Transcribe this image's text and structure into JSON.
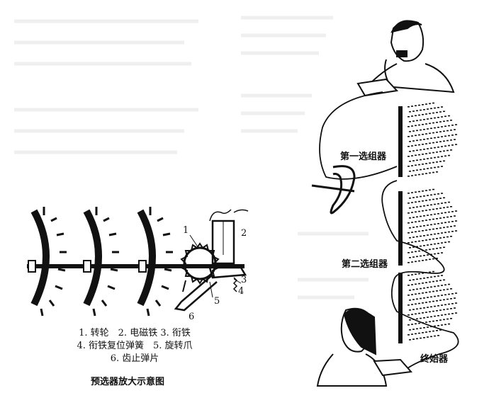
{
  "left_diagram": {
    "part_numbers": [
      "1",
      "2",
      "3",
      "4",
      "5",
      "6"
    ],
    "legend_lines": [
      "1. 转轮　2. 电磁铁 3. 衔铁",
      "4. 衔铁复位弹簧　5. 旋转爪",
      "6. 齿止弹片"
    ],
    "caption": "预选器放大示意图"
  },
  "right_diagram": {
    "labels": {
      "first_selector": "第一选组器",
      "second_selector": "第二选组器",
      "final_selector": "终始器"
    }
  }
}
